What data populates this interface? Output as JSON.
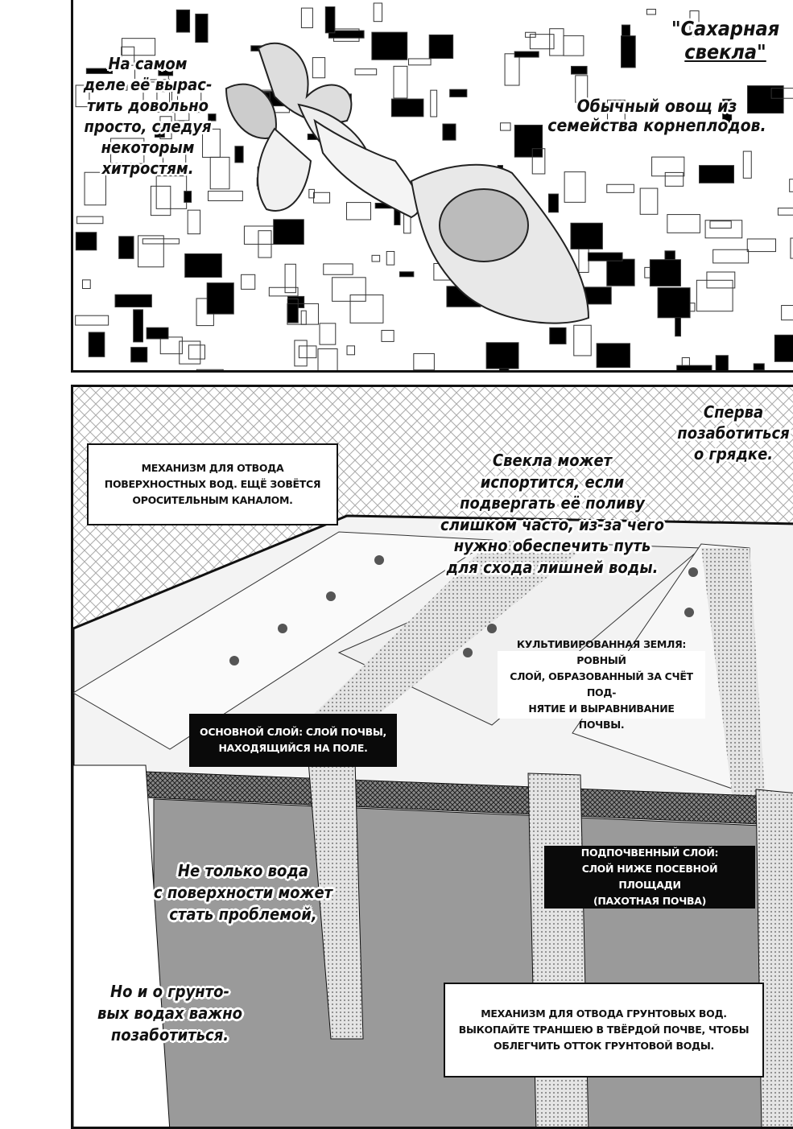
{
  "panel_top": {
    "title_lines": [
      "\"Сахарная",
      "свекла\""
    ],
    "description_lines": [
      "Обычный овощ из",
      "семейства корнеплодов."
    ],
    "left_narration_lines": [
      "На самом",
      "деле её вырас-",
      "тить довольно",
      "просто, следуя",
      "некоторым",
      "хитростям."
    ]
  },
  "panel_bottom": {
    "corner_narration_lines": [
      "Сперва",
      "позаботиться",
      "о грядке."
    ],
    "center_narration_lines": [
      "Свекла может",
      "испортится, если",
      "подвергать её поливу",
      "слишком часто, из-за чего",
      "нужно обеспечить путь",
      "для схода лишней воды."
    ],
    "surface_drain_box": [
      "МЕХАНИЗМ ДЛЯ ОТВОДА",
      "ПОВЕРХНОСТНЫХ ВОД. ЕЩЁ ЗОВЁТСЯ",
      "ОРОСИТЕЛЬНЫМ КАНАЛОМ."
    ],
    "cultivated_land_box": [
      "КУЛЬТИВИРОВАННАЯ ЗЕМЛЯ: РОВНЫЙ",
      "СЛОЙ, ОБРАЗОВАННЫЙ ЗА СЧЁТ ПОД-",
      "НЯТИЕ И ВЫРАВНИВАНИЕ ПОЧВЫ."
    ],
    "base_layer_box": [
      "ОСНОВНОЙ СЛОЙ: СЛОЙ ПОЧВЫ,",
      "НАХОДЯЩИЙСЯ НА ПОЛЕ."
    ],
    "subsoil_box": [
      "ПОДПОЧВЕННЫЙ СЛОЙ:",
      "СЛОЙ НИЖЕ ПОСЕВНОЙ ПЛОЩАДИ",
      "(ПАХОТНАЯ ПОЧВА)"
    ],
    "surface_water_narration_lines": [
      "Не только вода",
      "с поверхности может",
      "стать проблемой,"
    ],
    "groundwater_narration_lines": [
      "Но и о грунто-",
      "вых водах важно",
      "позаботиться."
    ],
    "groundwater_drain_box": [
      "МЕХАНИЗМ ДЛЯ ОТВОДА ГРУНТОВЫХ ВОД.",
      "ВЫКОПАЙТЕ ТРАНШЕЮ В ТВЁРДОЙ ПОЧВЕ, ЧТОБЫ",
      "ОБЛЕГЧИТЬ ОТТОК ГРУНТОВОЙ ВОДЫ."
    ]
  }
}
